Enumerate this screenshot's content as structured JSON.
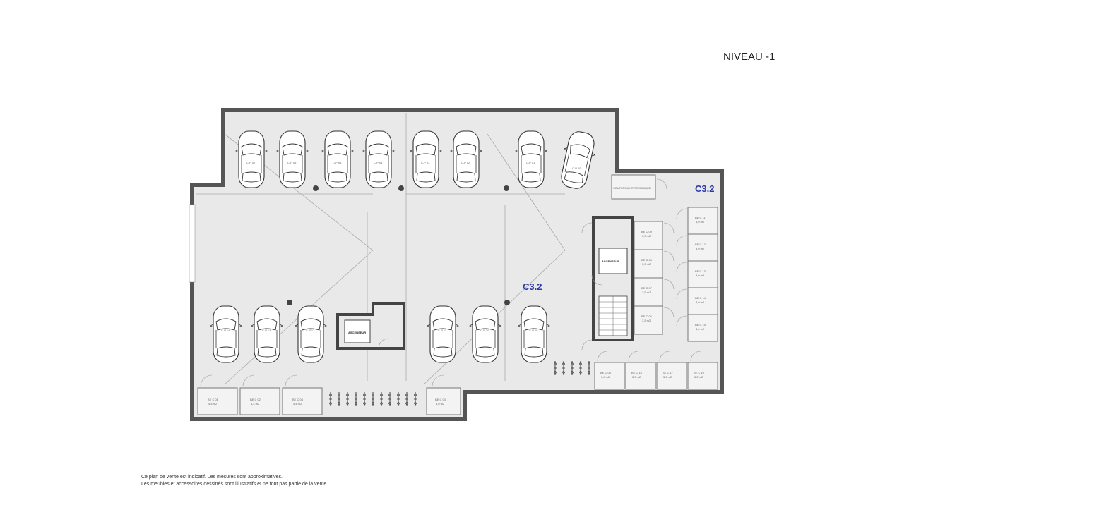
{
  "title": "NIVEAU -1",
  "zone_label": "C3.2",
  "elevator_label": "ASCENSEUR",
  "technical_room": "SOUTERRAINE TECHNIQUE",
  "disclaimer": [
    "Ce plan de vente est indicatif. Les mesures sont approximatives.",
    "Les meubles et accessoires dessinés sont illustratifs et ne font pas partie de la vente."
  ],
  "parking_top": [
    "C-P 07",
    "C-P 06",
    "C-P 05",
    "C-P 04",
    "C-P 03",
    "C-P 02",
    "C-P 01",
    "C-P 00"
  ],
  "parking_bottom_left": [
    "C-P 14",
    "C-P 13",
    "C-P 12"
  ],
  "parking_bottom_right": [
    "C-P 11",
    "C-P 10",
    "C-P 09"
  ],
  "cellars_left": [
    {
      "id": "BE C 01",
      "area": "4,4 m2"
    },
    {
      "id": "BE C 02",
      "area": "4,4 m2"
    },
    {
      "id": "BE C 03",
      "area": "4,4 m2"
    },
    {
      "id": "BE C 04",
      "area": "5,0 m2"
    }
  ],
  "cellars_mid": [
    {
      "id": "BE C 09",
      "area": "3,5 m2"
    },
    {
      "id": "BE C 08",
      "area": "3,5 m2"
    },
    {
      "id": "BE C 07",
      "area": "3,5 m2"
    },
    {
      "id": "BE C 06",
      "area": "3,5 m2"
    }
  ],
  "cellars_right": [
    {
      "id": "BE C 11",
      "area": "3,0 m2"
    },
    {
      "id": "BE C 12",
      "area": "3,0 m2"
    },
    {
      "id": "BE C 13",
      "area": "3,0 m2"
    },
    {
      "id": "BE C 14",
      "area": "3,0 m2"
    },
    {
      "id": "BE C 15",
      "area": "3,0 m2"
    }
  ],
  "cellars_bottom": [
    {
      "id": "BE C 05",
      "area": "3,0 m2"
    },
    {
      "id": "BE C 16",
      "area": "3,0 m2"
    },
    {
      "id": "BE C 17",
      "area": "3,0 m2"
    },
    {
      "id": "BE C 10",
      "area": "3,2 m2"
    }
  ]
}
